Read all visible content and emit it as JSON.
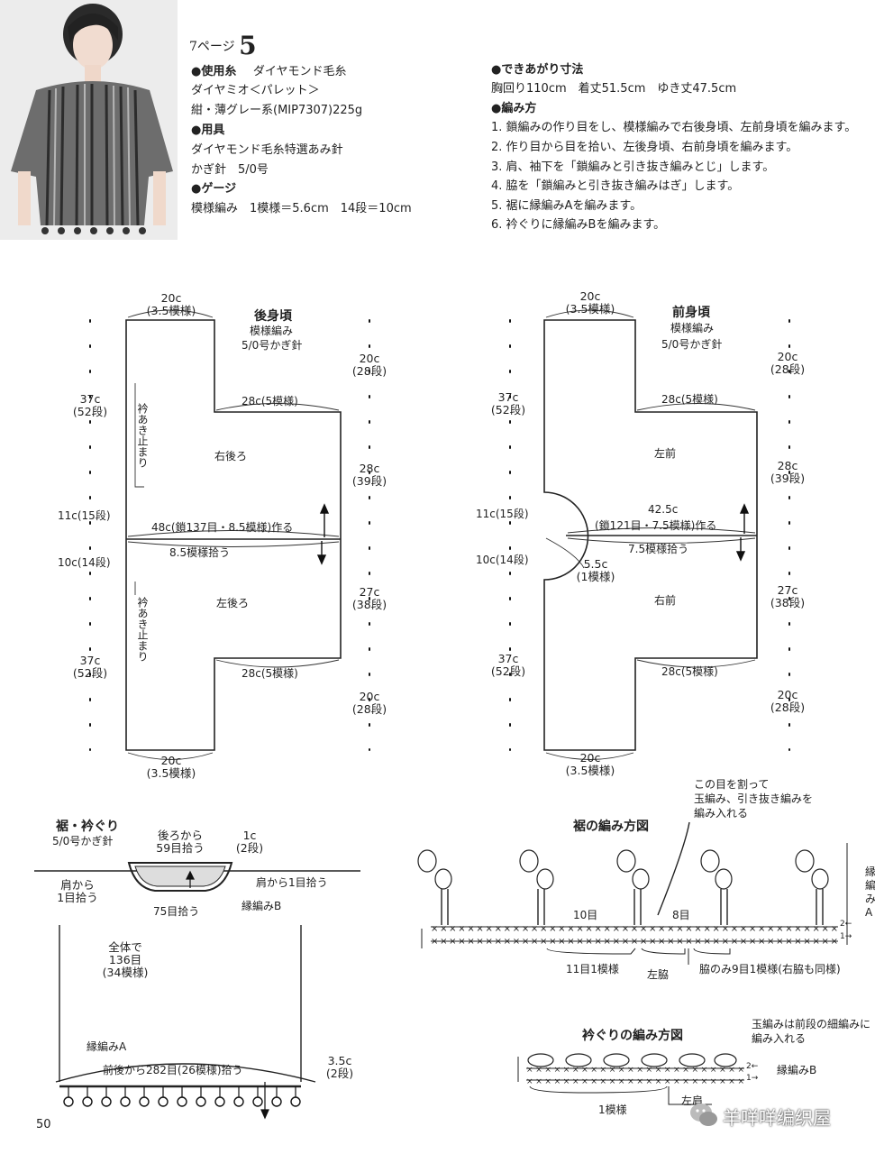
{
  "header": {
    "page_ref": "7ページ",
    "number": "5",
    "yarn_label": "●使用糸",
    "yarn_brand": "ダイヤモンド毛糸",
    "yarn_name": "ダイヤミオ＜パレット＞",
    "yarn_color": "紺・薄グレー系(MIP7307)225g",
    "tools_label": "●用具",
    "tools_brand": "ダイヤモンド毛糸特選あみ針",
    "tools_hook": "かぎ針　5/0号",
    "gauge_label": "●ゲージ",
    "gauge_value": "模様編み　1模様＝5.6cm　14段＝10cm",
    "size_label": "●できあがり寸法",
    "size_value": "胸回り110cm　着丈51.5cm　ゆき丈47.5cm",
    "method_label": "●編み方",
    "steps": [
      "1. 鎖編みの作り目をし、模様編みで右後身頃、左前身頃を編みます。",
      "2. 作り目から目を拾い、左後身頃、右前身頃を編みます。",
      "3. 肩、袖下を「鎖編みと引き抜き編みとじ」します。",
      "4. 脇を「鎖編みと引き抜き編みはぎ」します。",
      "5. 裾に縁編みAを編みます。",
      "6. 衿ぐりに縁編みBを編みます。"
    ]
  },
  "back": {
    "title": "後身頃",
    "sub1": "模様編み",
    "sub2": "5/0号かぎ針",
    "top_w": "20c",
    "top_w2": "(3.5模様)",
    "bot_w": "20c",
    "bot_w2": "(3.5模様)",
    "sleeve_top": "28c(5模様)",
    "sleeve_bot": "28c(5模様)",
    "chain": "48c(鎖137目・8.5模様)作る",
    "pick": "8.5模様拾う",
    "upper_name": "右後ろ",
    "lower_name": "左後ろ",
    "neck_upper": "衿あき止まり",
    "neck_lower": "衿あき止まり",
    "left_1": "37c",
    "left_1b": "(52段)",
    "left_2": "11c(15段)",
    "left_3": "10c(14段)",
    "left_4": "37c",
    "left_4b": "(52段)",
    "right_1": "20c",
    "right_1b": "(28段)",
    "right_2": "28c",
    "right_2b": "(39段)",
    "right_3": "27c",
    "right_3b": "(38段)",
    "right_4": "20c",
    "right_4b": "(28段)"
  },
  "front": {
    "title": "前身頃",
    "sub1": "模様編み",
    "sub2": "5/0号かぎ針",
    "top_w": "20c",
    "top_w2": "(3.5模様)",
    "bot_w": "20c",
    "bot_w2": "(3.5模様)",
    "sleeve_top": "28c(5模様)",
    "sleeve_bot": "28c(5模様)",
    "chain_w": "42.5c",
    "chain": "(鎖121目・7.5模様)作る",
    "pick": "7.5模様拾う",
    "neck_w": "5.5c",
    "neck_w2": "(1模様)",
    "upper_name": "左前",
    "lower_name": "右前",
    "left_1": "37c",
    "left_1b": "(52段)",
    "left_2": "11c(15段)",
    "left_3": "10c(14段)",
    "left_4": "37c",
    "left_4b": "(52段)",
    "right_1": "20c",
    "right_1b": "(28段)",
    "right_2": "28c",
    "right_2b": "(39段)",
    "right_3": "27c",
    "right_3b": "(38段)",
    "right_4": "20c",
    "right_4b": "(28段)"
  },
  "hem": {
    "title": "裾・衿ぐり",
    "sub": "5/0号かぎ針",
    "back_pick": "後ろから",
    "back_pick2": "59目拾う",
    "rows": "1c",
    "rows2": "(2段)",
    "shoulder_l": "肩から",
    "shoulder_l2": "1目拾う",
    "shoulder_r": "肩から1目拾う",
    "front_pick": "75目拾う",
    "edge_b": "縁編みB",
    "total": "全体で",
    "total2": "136目",
    "total3": "(34模様)",
    "edge_a": "縁編みA",
    "hem_pick": "前後から282目(26模様)拾う",
    "hem_h": "3.5c",
    "hem_h2": "(2段)"
  },
  "hem_chart": {
    "title": "裾の編み方図",
    "note1": "この目を割って",
    "note2": "玉編み、引き抜き編みを",
    "note3": "編み入れる",
    "st10": "10目",
    "st8": "8目",
    "repeat": "11目1模様",
    "side_l": "左脇",
    "side_only": "脇のみ9目1模様(右脇も同様)",
    "row2": "2←",
    "row1": "1→",
    "edge_label": "縁",
    "edge_label2": "編",
    "edge_label3": "み",
    "edge_label4": "A"
  },
  "neck_chart": {
    "title": "衿ぐりの編み方図",
    "note1": "玉編みは前段の細編みに",
    "note2": "編み入れる",
    "row2": "2←",
    "row1": "1→",
    "edge": "縁編みB",
    "repeat": "1模様",
    "shoulder": "左肩"
  },
  "footer": {
    "page": "50",
    "watermark": "羊咩咩编织屋"
  }
}
